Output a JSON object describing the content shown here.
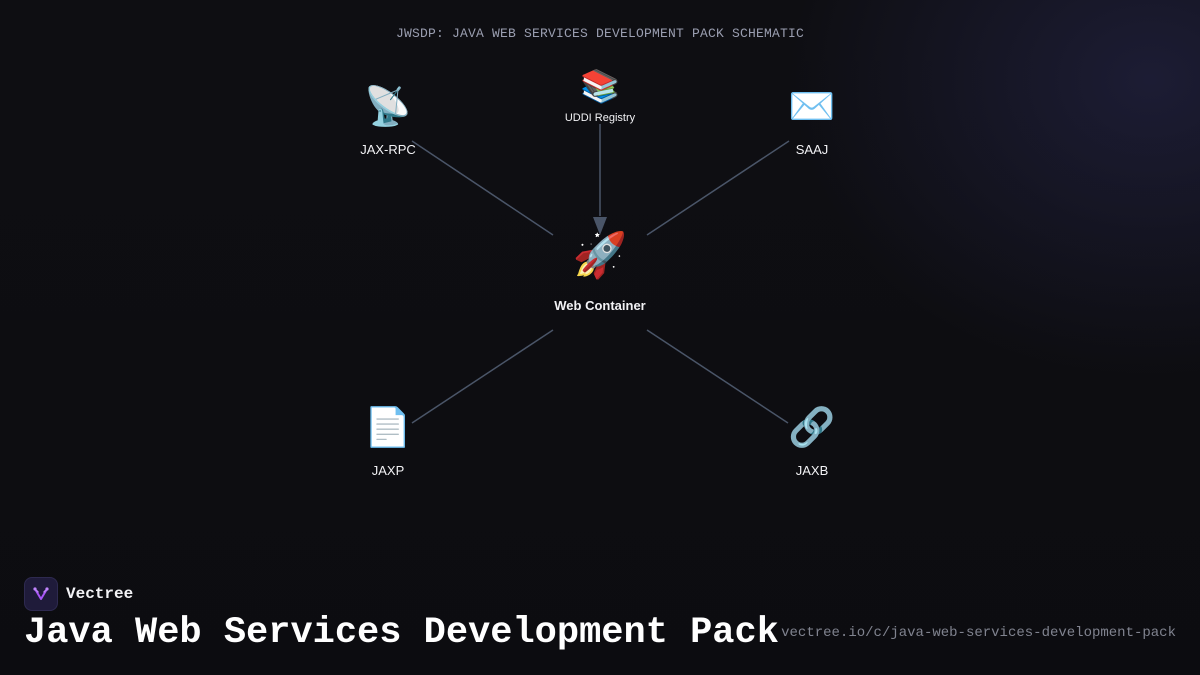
{
  "diagram": {
    "title": "JWSDP: JAVA WEB SERVICES DEVELOPMENT PACK SCHEMATIC",
    "nodes": {
      "jax_rpc": {
        "label": "JAX-RPC",
        "icon": "📡",
        "icon_name": "satellite-antenna-icon"
      },
      "uddi": {
        "label": "UDDI Registry",
        "icon": "📚",
        "icon_name": "books-icon"
      },
      "saaj": {
        "label": "SAAJ",
        "icon": "✉️",
        "icon_name": "envelope-icon"
      },
      "web_container": {
        "label": "Web Container",
        "icon": "🚀",
        "icon_name": "rocket-icon"
      },
      "jaxp": {
        "label": "JAXP",
        "icon": "📄",
        "icon_name": "document-icon"
      },
      "jaxb": {
        "label": "JAXB",
        "icon": "🔗",
        "icon_name": "link-icon"
      }
    },
    "edges": [
      {
        "from": "jax_rpc",
        "to": "web_container",
        "arrow": false
      },
      {
        "from": "uddi",
        "to": "web_container",
        "arrow": true
      },
      {
        "from": "saaj",
        "to": "web_container",
        "arrow": false
      },
      {
        "from": "web_container",
        "to": "jaxp",
        "arrow": false
      },
      {
        "from": "web_container",
        "to": "jaxb",
        "arrow": false
      }
    ],
    "edge_color": "#4a5568"
  },
  "footer": {
    "brand_name": "Vectree",
    "title": "Java Web Services Development Pack",
    "url": "vectree.io/c/java-web-services-development-pack"
  }
}
